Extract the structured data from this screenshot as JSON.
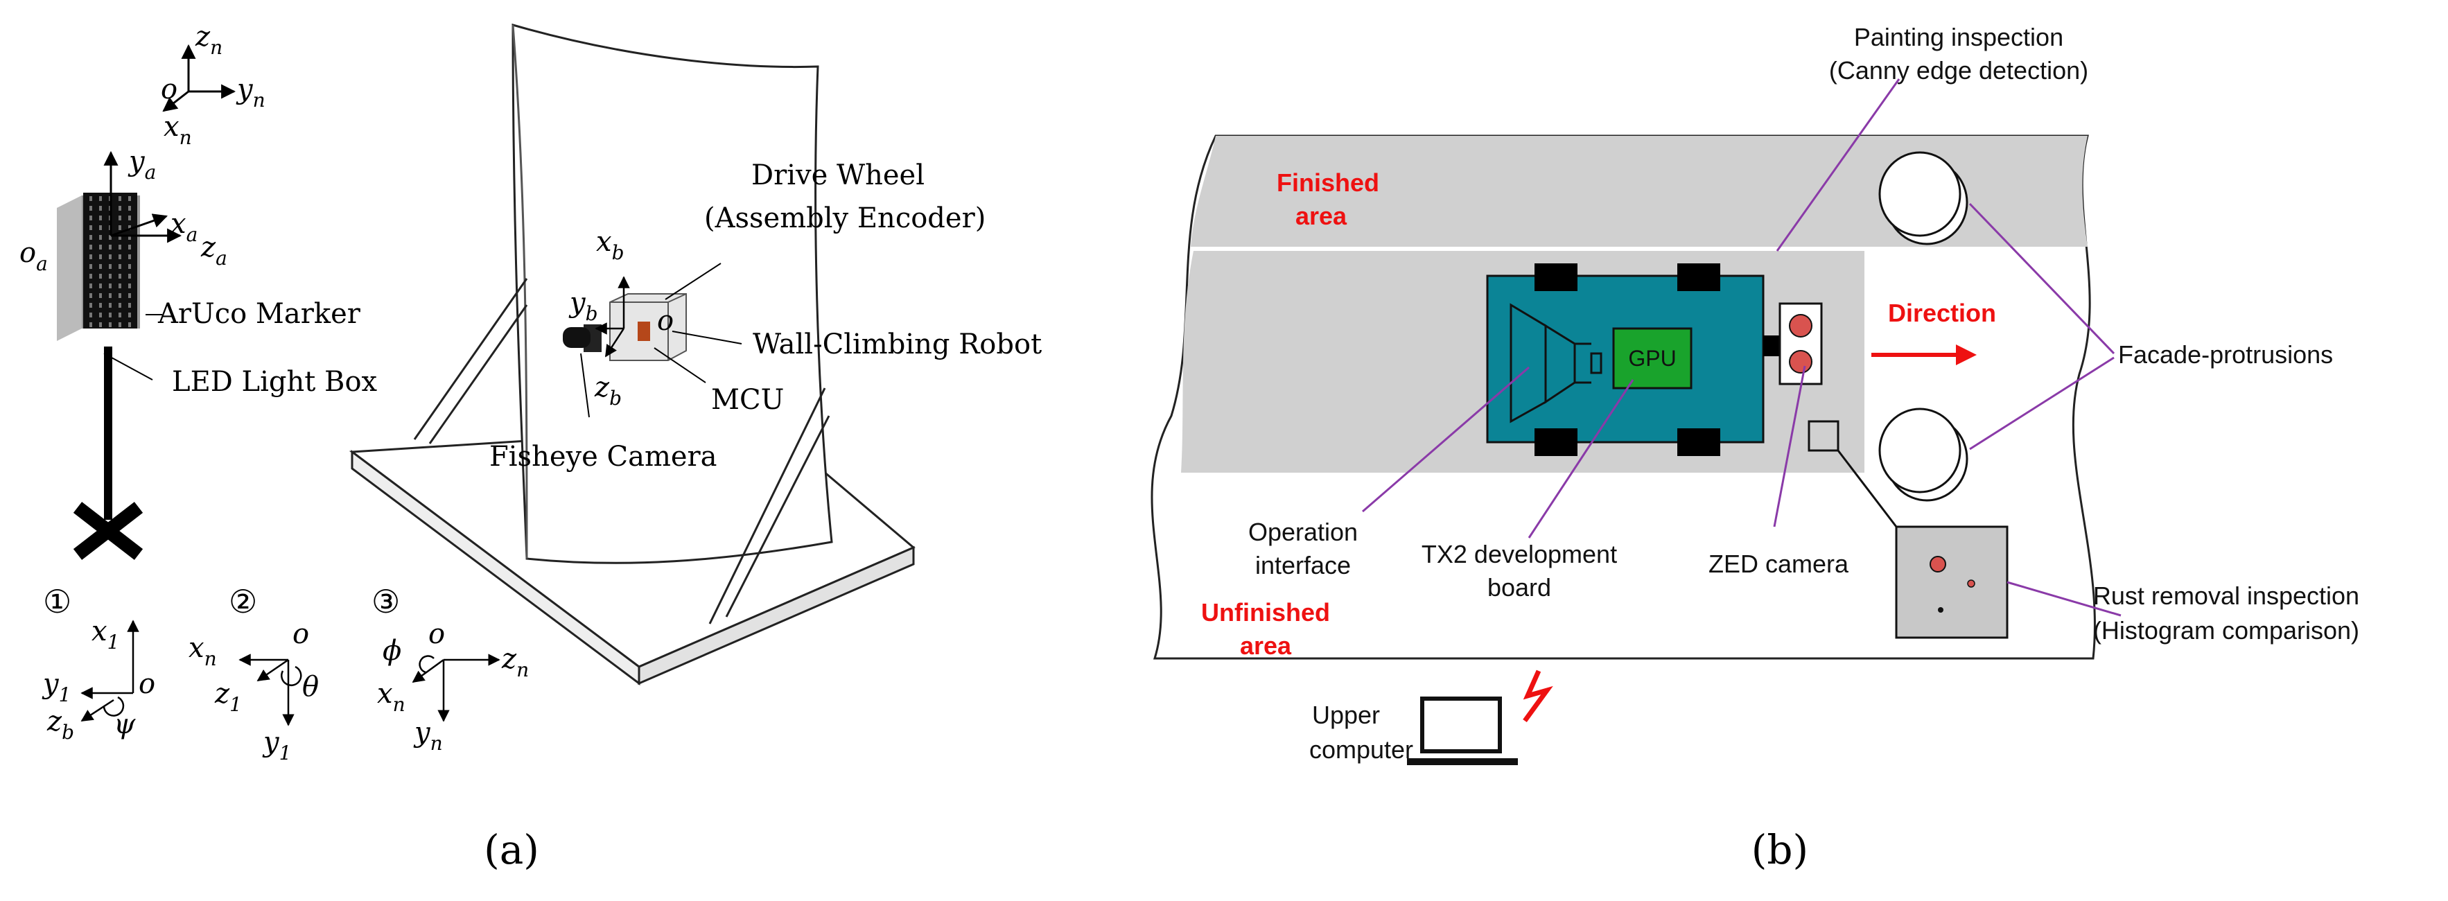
{
  "panel_a": {
    "caption": "(a)",
    "labels": {
      "aruco_marker": "ArUco Marker",
      "led_light_box": "LED Light Box",
      "drive_wheel_line1": "Drive Wheel",
      "drive_wheel_line2": "(Assembly Encoder)",
      "wall_climbing_robot": "Wall-Climbing Robot",
      "mcu": "MCU",
      "fisheye_camera": "Fisheye Camera"
    },
    "frame_n": {
      "z": "z",
      "z_sub": "n",
      "y": "y",
      "y_sub": "n",
      "x": "x",
      "x_sub": "n",
      "origin": "o"
    },
    "frame_a": {
      "y": "y",
      "y_sub": "a",
      "x": "x",
      "x_sub": "a",
      "z": "z",
      "z_sub": "a",
      "origin": "o",
      "origin_sub": "a"
    },
    "frame_b": {
      "x": "x",
      "x_sub": "b",
      "y": "y",
      "y_sub": "b",
      "z": "z",
      "z_sub": "b",
      "origin": "o"
    },
    "rotations": [
      {
        "step": "①",
        "up": "x",
        "up_sub": "1",
        "left": "y",
        "left_sub": "1",
        "origin": "o",
        "diag": "z",
        "diag_sub": "b",
        "angle": "ψ"
      },
      {
        "step": "②",
        "left": "x",
        "left_sub": "n",
        "origin": "o",
        "diag": "z",
        "diag_sub": "1",
        "down": "y",
        "down_sub": "1",
        "angle": "θ"
      },
      {
        "step": "③",
        "angle": "ϕ",
        "origin": "o",
        "right": "z",
        "right_sub": "n",
        "diag": "x",
        "diag_sub": "n",
        "down": "y",
        "down_sub": "n"
      }
    ]
  },
  "panel_b": {
    "caption": "(b)",
    "finished_area_line1": "Finished",
    "finished_area_line2": "area",
    "unfinished_area_line1": "Unfinished",
    "unfinished_area_line2": "area",
    "gpu": "GPU",
    "direction": "Direction",
    "painting_inspection_line1": "Painting inspection",
    "painting_inspection_line2": "(Canny edge detection)",
    "facade_protrusions": "Facade-protrusions",
    "operation_interface_line1": "Operation",
    "operation_interface_line2": "interface",
    "tx2_line1": "TX2 development",
    "tx2_line2": "board",
    "zed_camera": "ZED camera",
    "rust_removal_line1": "Rust removal inspection",
    "rust_removal_line2": "(Histogram comparison)",
    "upper_computer_line1": "Upper",
    "upper_computer_line2": "computer",
    "colors": {
      "red_label": "#ee1111",
      "robot_body": "#0b8496",
      "gpu_fill": "#19a32c",
      "area_gray": "#d0d0d0",
      "leader_purple": "#8a3aa8",
      "dot_red": "#d9534f"
    }
  }
}
